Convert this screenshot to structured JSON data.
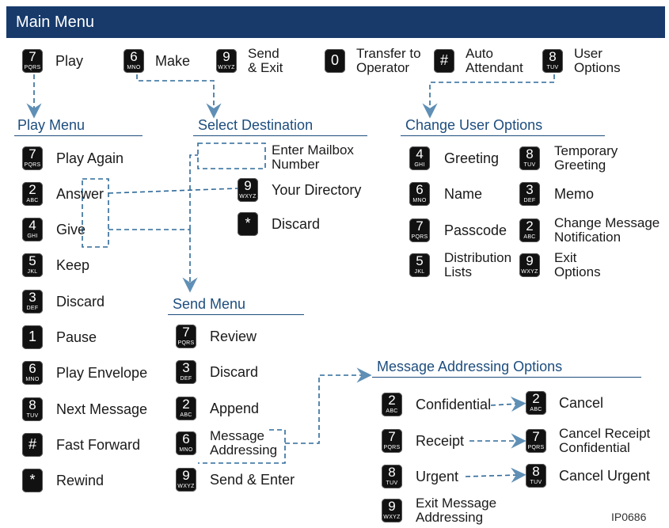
{
  "header": {
    "title": "Main Menu"
  },
  "main_menu": [
    {
      "digit": "7",
      "letters": "PQRS",
      "label": "Play"
    },
    {
      "digit": "6",
      "letters": "MNO",
      "label": "Make"
    },
    {
      "digit": "9",
      "letters": "WXYZ",
      "label": "Send\n& Exit"
    },
    {
      "digit": "0",
      "letters": "",
      "label": "Transfer to\nOperator"
    },
    {
      "digit": "#",
      "letters": "",
      "label": "Auto\nAttendant"
    },
    {
      "digit": "8",
      "letters": "TUV",
      "label": "User\nOptions"
    }
  ],
  "play_menu": {
    "title": "Play Menu",
    "items": [
      {
        "digit": "7",
        "letters": "PQRS",
        "label": "Play Again"
      },
      {
        "digit": "2",
        "letters": "ABC",
        "label": "Answer"
      },
      {
        "digit": "4",
        "letters": "GHI",
        "label": "Give"
      },
      {
        "digit": "5",
        "letters": "JKL",
        "label": "Keep"
      },
      {
        "digit": "3",
        "letters": "DEF",
        "label": "Discard"
      },
      {
        "digit": "1",
        "letters": "",
        "label": "Pause"
      },
      {
        "digit": "6",
        "letters": "MNO",
        "label": "Play Envelope"
      },
      {
        "digit": "8",
        "letters": "TUV",
        "label": "Next Message"
      },
      {
        "digit": "#",
        "letters": "",
        "label": "Fast Forward"
      },
      {
        "digit": "*",
        "letters": "",
        "label": "Rewind"
      }
    ]
  },
  "select_destination": {
    "title": "Select Destination",
    "mailbox_label": "Enter Mailbox\nNumber",
    "items": [
      {
        "digit": "9",
        "letters": "WXYZ",
        "label": "Your Directory"
      },
      {
        "digit": "*",
        "letters": "",
        "label": "Discard"
      }
    ]
  },
  "send_menu": {
    "title": "Send Menu",
    "items": [
      {
        "digit": "7",
        "letters": "PQRS",
        "label": "Review"
      },
      {
        "digit": "3",
        "letters": "DEF",
        "label": "Discard"
      },
      {
        "digit": "2",
        "letters": "ABC",
        "label": "Append"
      },
      {
        "digit": "6",
        "letters": "MNO",
        "label": "Message\nAddressing"
      },
      {
        "digit": "9",
        "letters": "WXYZ",
        "label": "Send & Enter"
      }
    ]
  },
  "change_user_options": {
    "title": "Change User Options",
    "items": [
      {
        "digit": "4",
        "letters": "GHI",
        "label": "Greeting"
      },
      {
        "digit": "8",
        "letters": "TUV",
        "label": "Temporary\nGreeting"
      },
      {
        "digit": "6",
        "letters": "MNO",
        "label": "Name"
      },
      {
        "digit": "3",
        "letters": "DEF",
        "label": "Memo"
      },
      {
        "digit": "7",
        "letters": "PQRS",
        "label": "Passcode"
      },
      {
        "digit": "2",
        "letters": "ABC",
        "label": "Change Message\nNotification"
      },
      {
        "digit": "5",
        "letters": "JKL",
        "label": "Distribution\nLists"
      },
      {
        "digit": "9",
        "letters": "WXYZ",
        "label": "Exit\nOptions"
      }
    ]
  },
  "message_addressing_options": {
    "title": "Message Addressing Options",
    "items": [
      {
        "digit": "2",
        "letters": "ABC",
        "label": "Confidential"
      },
      {
        "digit": "2",
        "letters": "ABC",
        "label": "Cancel"
      },
      {
        "digit": "7",
        "letters": "PQRS",
        "label": "Receipt"
      },
      {
        "digit": "7",
        "letters": "PQRS",
        "label": "Cancel Receipt\nConfidential"
      },
      {
        "digit": "8",
        "letters": "TUV",
        "label": "Urgent"
      },
      {
        "digit": "8",
        "letters": "TUV",
        "label": "Cancel Urgent"
      },
      {
        "digit": "9",
        "letters": "WXYZ",
        "label": "Exit Message\nAddressing"
      }
    ]
  },
  "figure_code": "IP0686",
  "colors": {
    "header": "#173a6b",
    "section": "#1d4d7e",
    "connector": "#2f6a9a",
    "key": "#111111"
  }
}
